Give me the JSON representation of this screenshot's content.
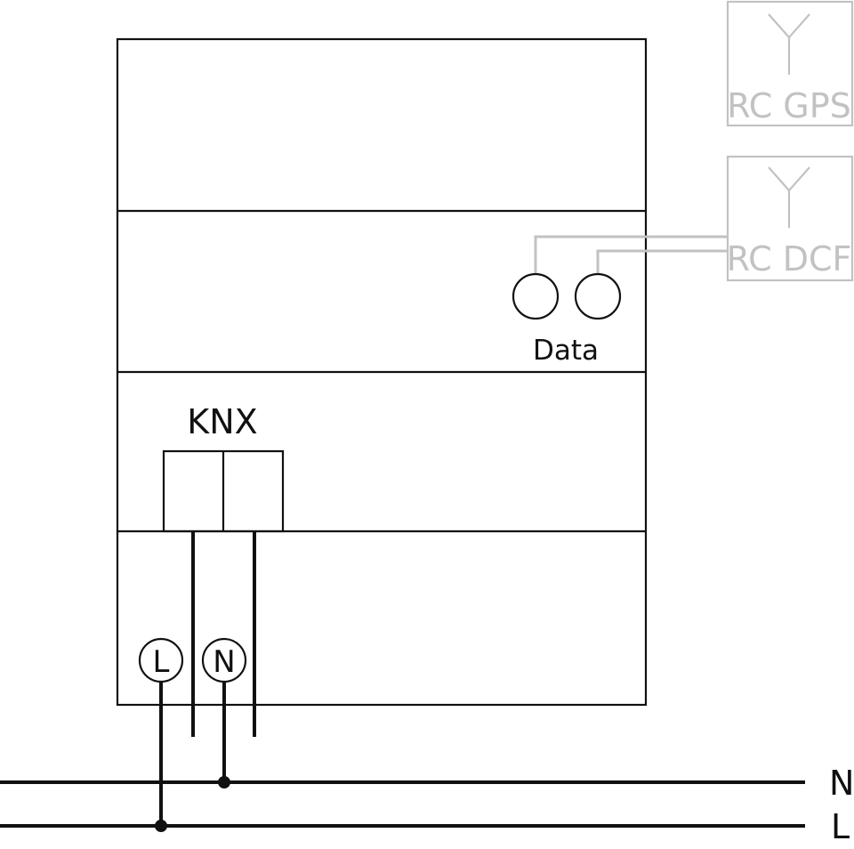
{
  "diagram": {
    "data_label": "Data",
    "knx_label": "KNX",
    "terminal_l": "L",
    "terminal_n": "N",
    "line_n_label": "N",
    "line_l_label": "L"
  },
  "antennas": {
    "gps_label": "RC GPS",
    "dcf_label": "RC DCF"
  },
  "colors": {
    "line": "#111111",
    "antenna": "#c2c2c2"
  }
}
